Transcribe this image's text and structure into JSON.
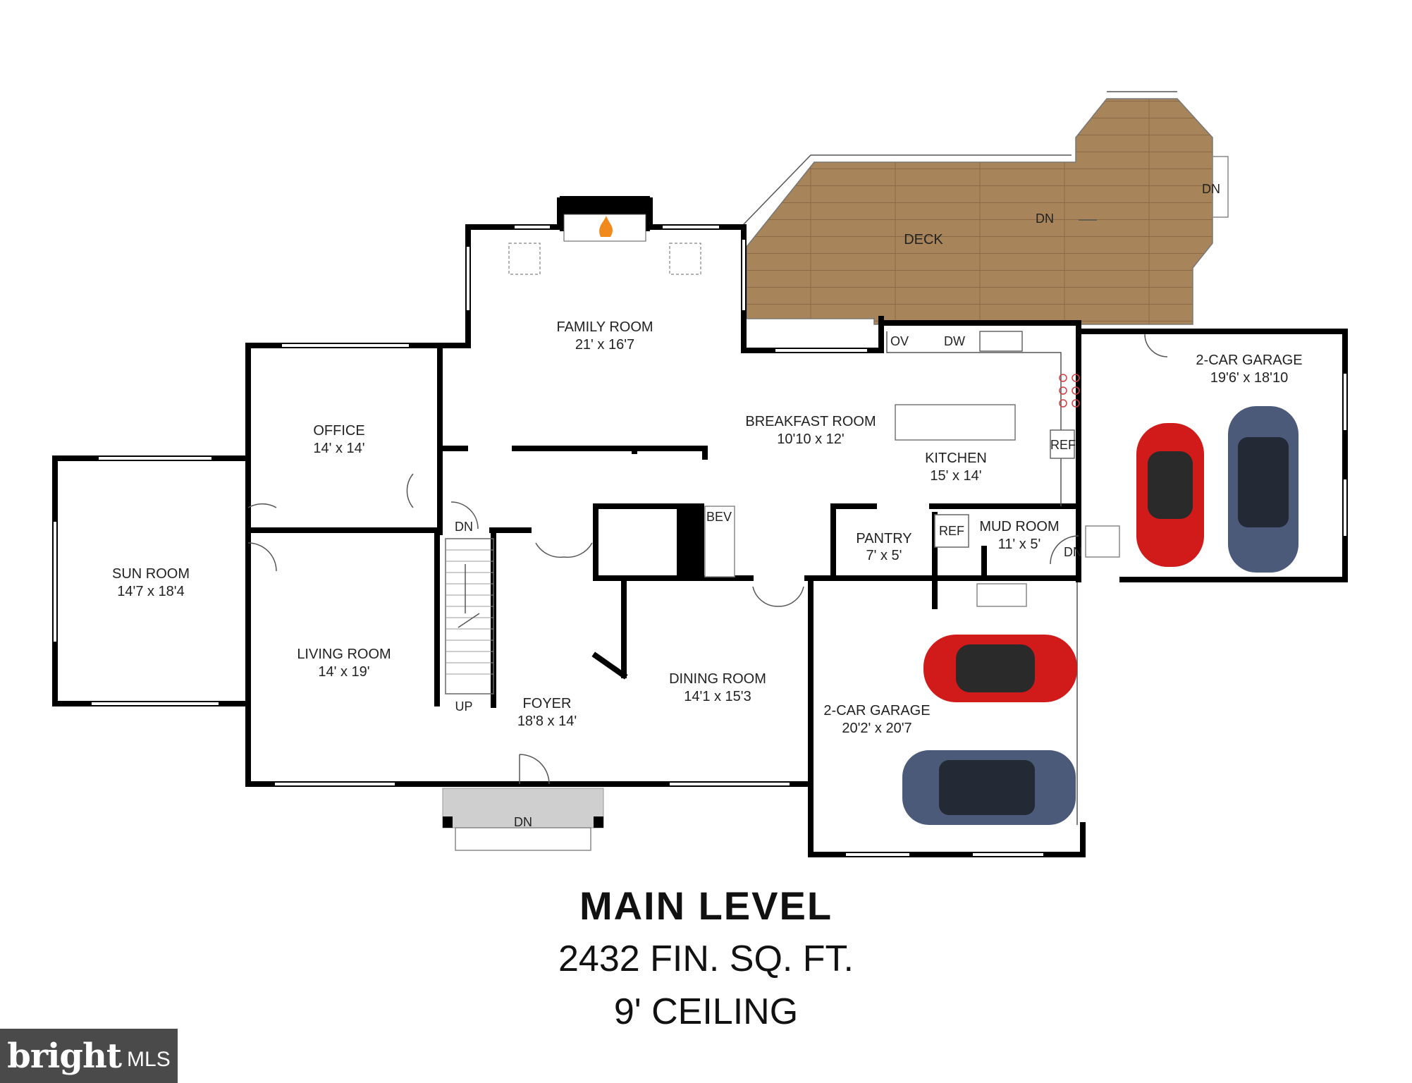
{
  "rooms": {
    "family_room": {
      "name": "FAMILY ROOM",
      "dims": "21' x 16'7"
    },
    "office": {
      "name": "OFFICE",
      "dims": "14' x 14'"
    },
    "sun_room": {
      "name": "SUN ROOM",
      "dims": "14'7 x 18'4"
    },
    "living_room": {
      "name": "LIVING ROOM",
      "dims": "14' x 19'"
    },
    "foyer": {
      "name": "FOYER",
      "dims": "18'8 x 14'"
    },
    "dining_room": {
      "name": "DINING ROOM",
      "dims": "14'1 x 15'3"
    },
    "breakfast_room": {
      "name": "BREAKFAST ROOM",
      "dims": "10'10 x 12'"
    },
    "kitchen": {
      "name": "KITCHEN",
      "dims": "15' x 14'"
    },
    "pantry": {
      "name": "PANTRY",
      "dims": "7' x 5'"
    },
    "mud_room": {
      "name": "MUD ROOM",
      "dims": "11' x 5'"
    },
    "garage_east": {
      "name": "2-CAR GARAGE",
      "dims": "19'6' x 18'10"
    },
    "garage_south": {
      "name": "2-CAR GARAGE",
      "dims": "20'2' x 20'7"
    },
    "deck": {
      "name": "DECK"
    }
  },
  "fixtures": {
    "ov": "OV",
    "dw": "DW",
    "ref": "REF",
    "bev": "BEV",
    "dn": "DN",
    "up": "UP"
  },
  "title": {
    "level": "MAIN LEVEL",
    "sqft": "2432 FIN. SQ. FT.",
    "ceiling": "9' CEILING"
  },
  "logo": {
    "brand": "bright",
    "suffix": "MLS"
  },
  "colors": {
    "deck": "#a8845a",
    "wall": "#000000",
    "red_car": "#d11a1a",
    "blue_car": "#4a5a78"
  }
}
